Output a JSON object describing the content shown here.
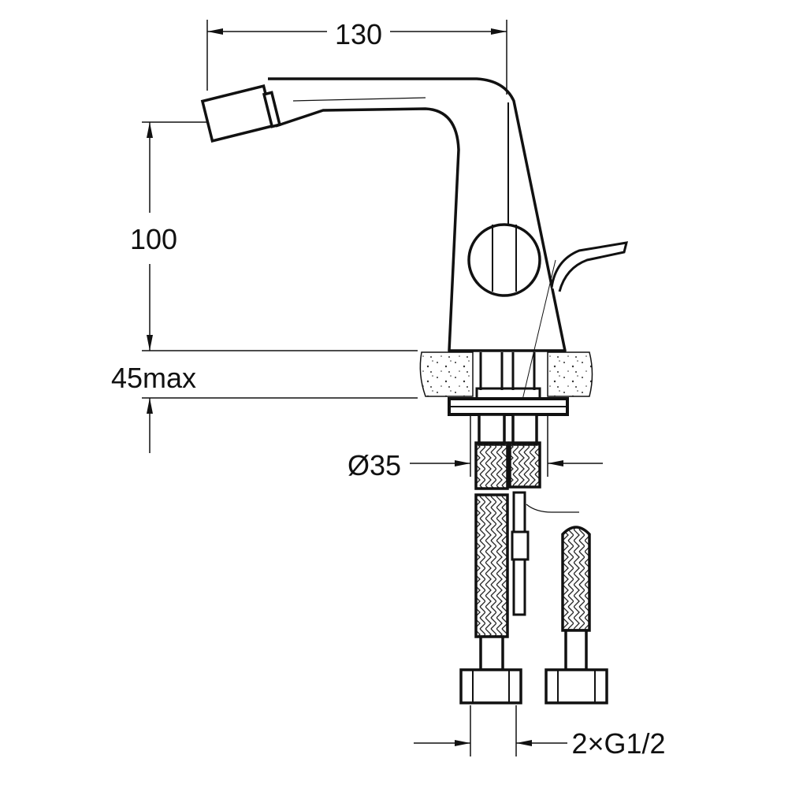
{
  "dimensions": {
    "spout_reach": "130",
    "spout_height": "100",
    "counter_thickness": "45max",
    "hole_diameter": "Ø35",
    "connection": "2×G1/2"
  },
  "colors": {
    "line": "#111111",
    "background": "#ffffff"
  }
}
